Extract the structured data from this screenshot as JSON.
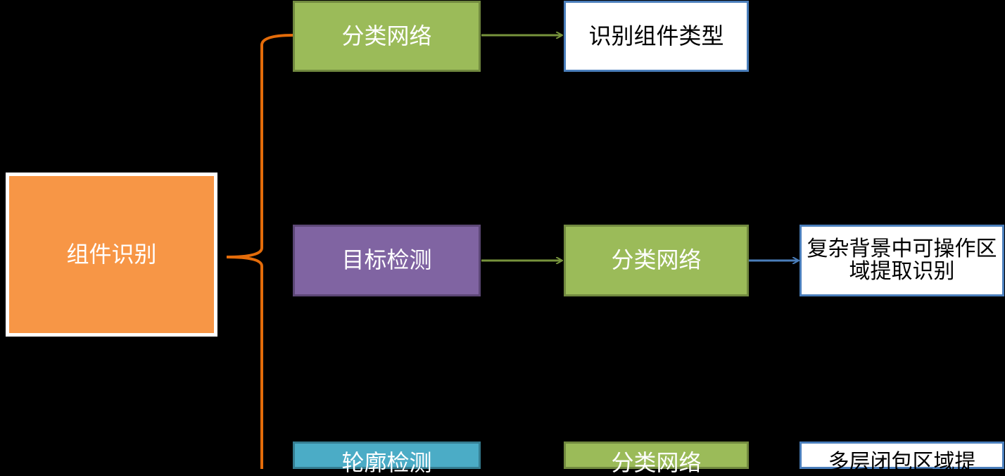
{
  "colors": {
    "background": "#000000",
    "root_fill": "#F79646",
    "green_fill": "#9BBB59",
    "purple_fill": "#8064A2",
    "teal_fill": "#4BACC6",
    "brace": "#E46C0A",
    "green_arrow": "#77933C",
    "blue_arrow": "#4A7EBB"
  },
  "root": {
    "label": "组件识别"
  },
  "rows": [
    {
      "method": "分类网络",
      "result": "识别组件类型"
    },
    {
      "method": "目标检测",
      "step2": "分类网络",
      "result": "复杂背景中可操作区域提取识别"
    },
    {
      "method": "轮廓检测",
      "step2": "分类网络",
      "result": "多层闭包区域提"
    }
  ]
}
